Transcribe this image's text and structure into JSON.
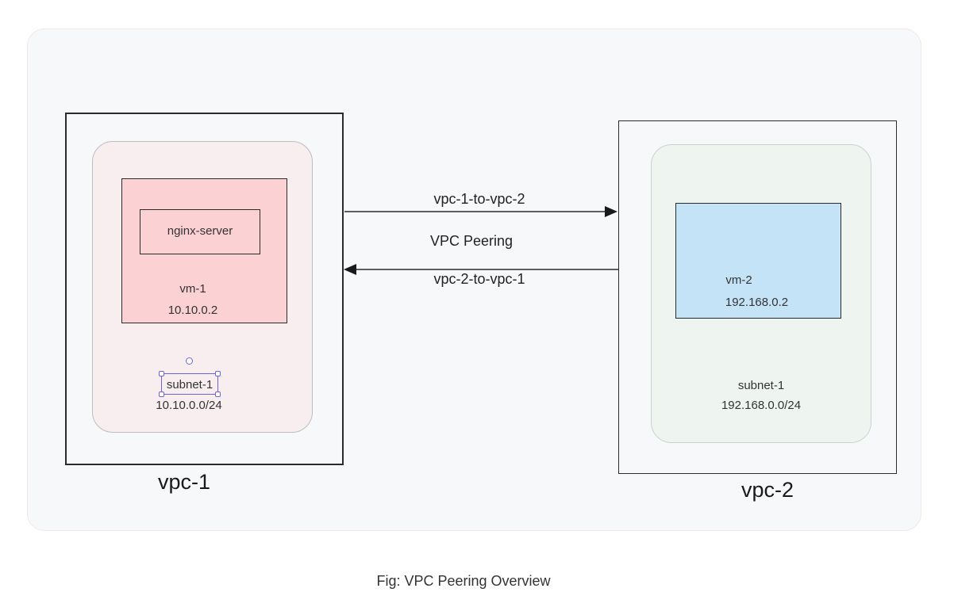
{
  "colors": {
    "canvas_bg": "#f7f8fa",
    "subnet1_bg": "#f8eeef",
    "subnet2_bg": "#eef5f0",
    "vm1_bg": "#fbd1d3",
    "vm2_bg": "#c5e3f7",
    "selection": "#6f63d8",
    "stroke": "#2b2b2b"
  },
  "vpc1": {
    "name": "vpc-1",
    "subnet": {
      "name": "subnet-1",
      "cidr": "10.10.0.0/24"
    },
    "vm": {
      "name": "vm-1",
      "ip": "10.10.0.2",
      "service": "nginx-server"
    }
  },
  "vpc2": {
    "name": "vpc-2",
    "subnet": {
      "name": "subnet-1",
      "cidr": "192.168.0.0/24"
    },
    "vm": {
      "name": "vm-2",
      "ip": "192.168.0.2"
    }
  },
  "peering": {
    "title": "VPC Peering",
    "forward_label": "vpc-1-to-vpc-2",
    "reverse_label": "vpc-2-to-vpc-1"
  },
  "caption": "Fig: VPC Peering Overview"
}
